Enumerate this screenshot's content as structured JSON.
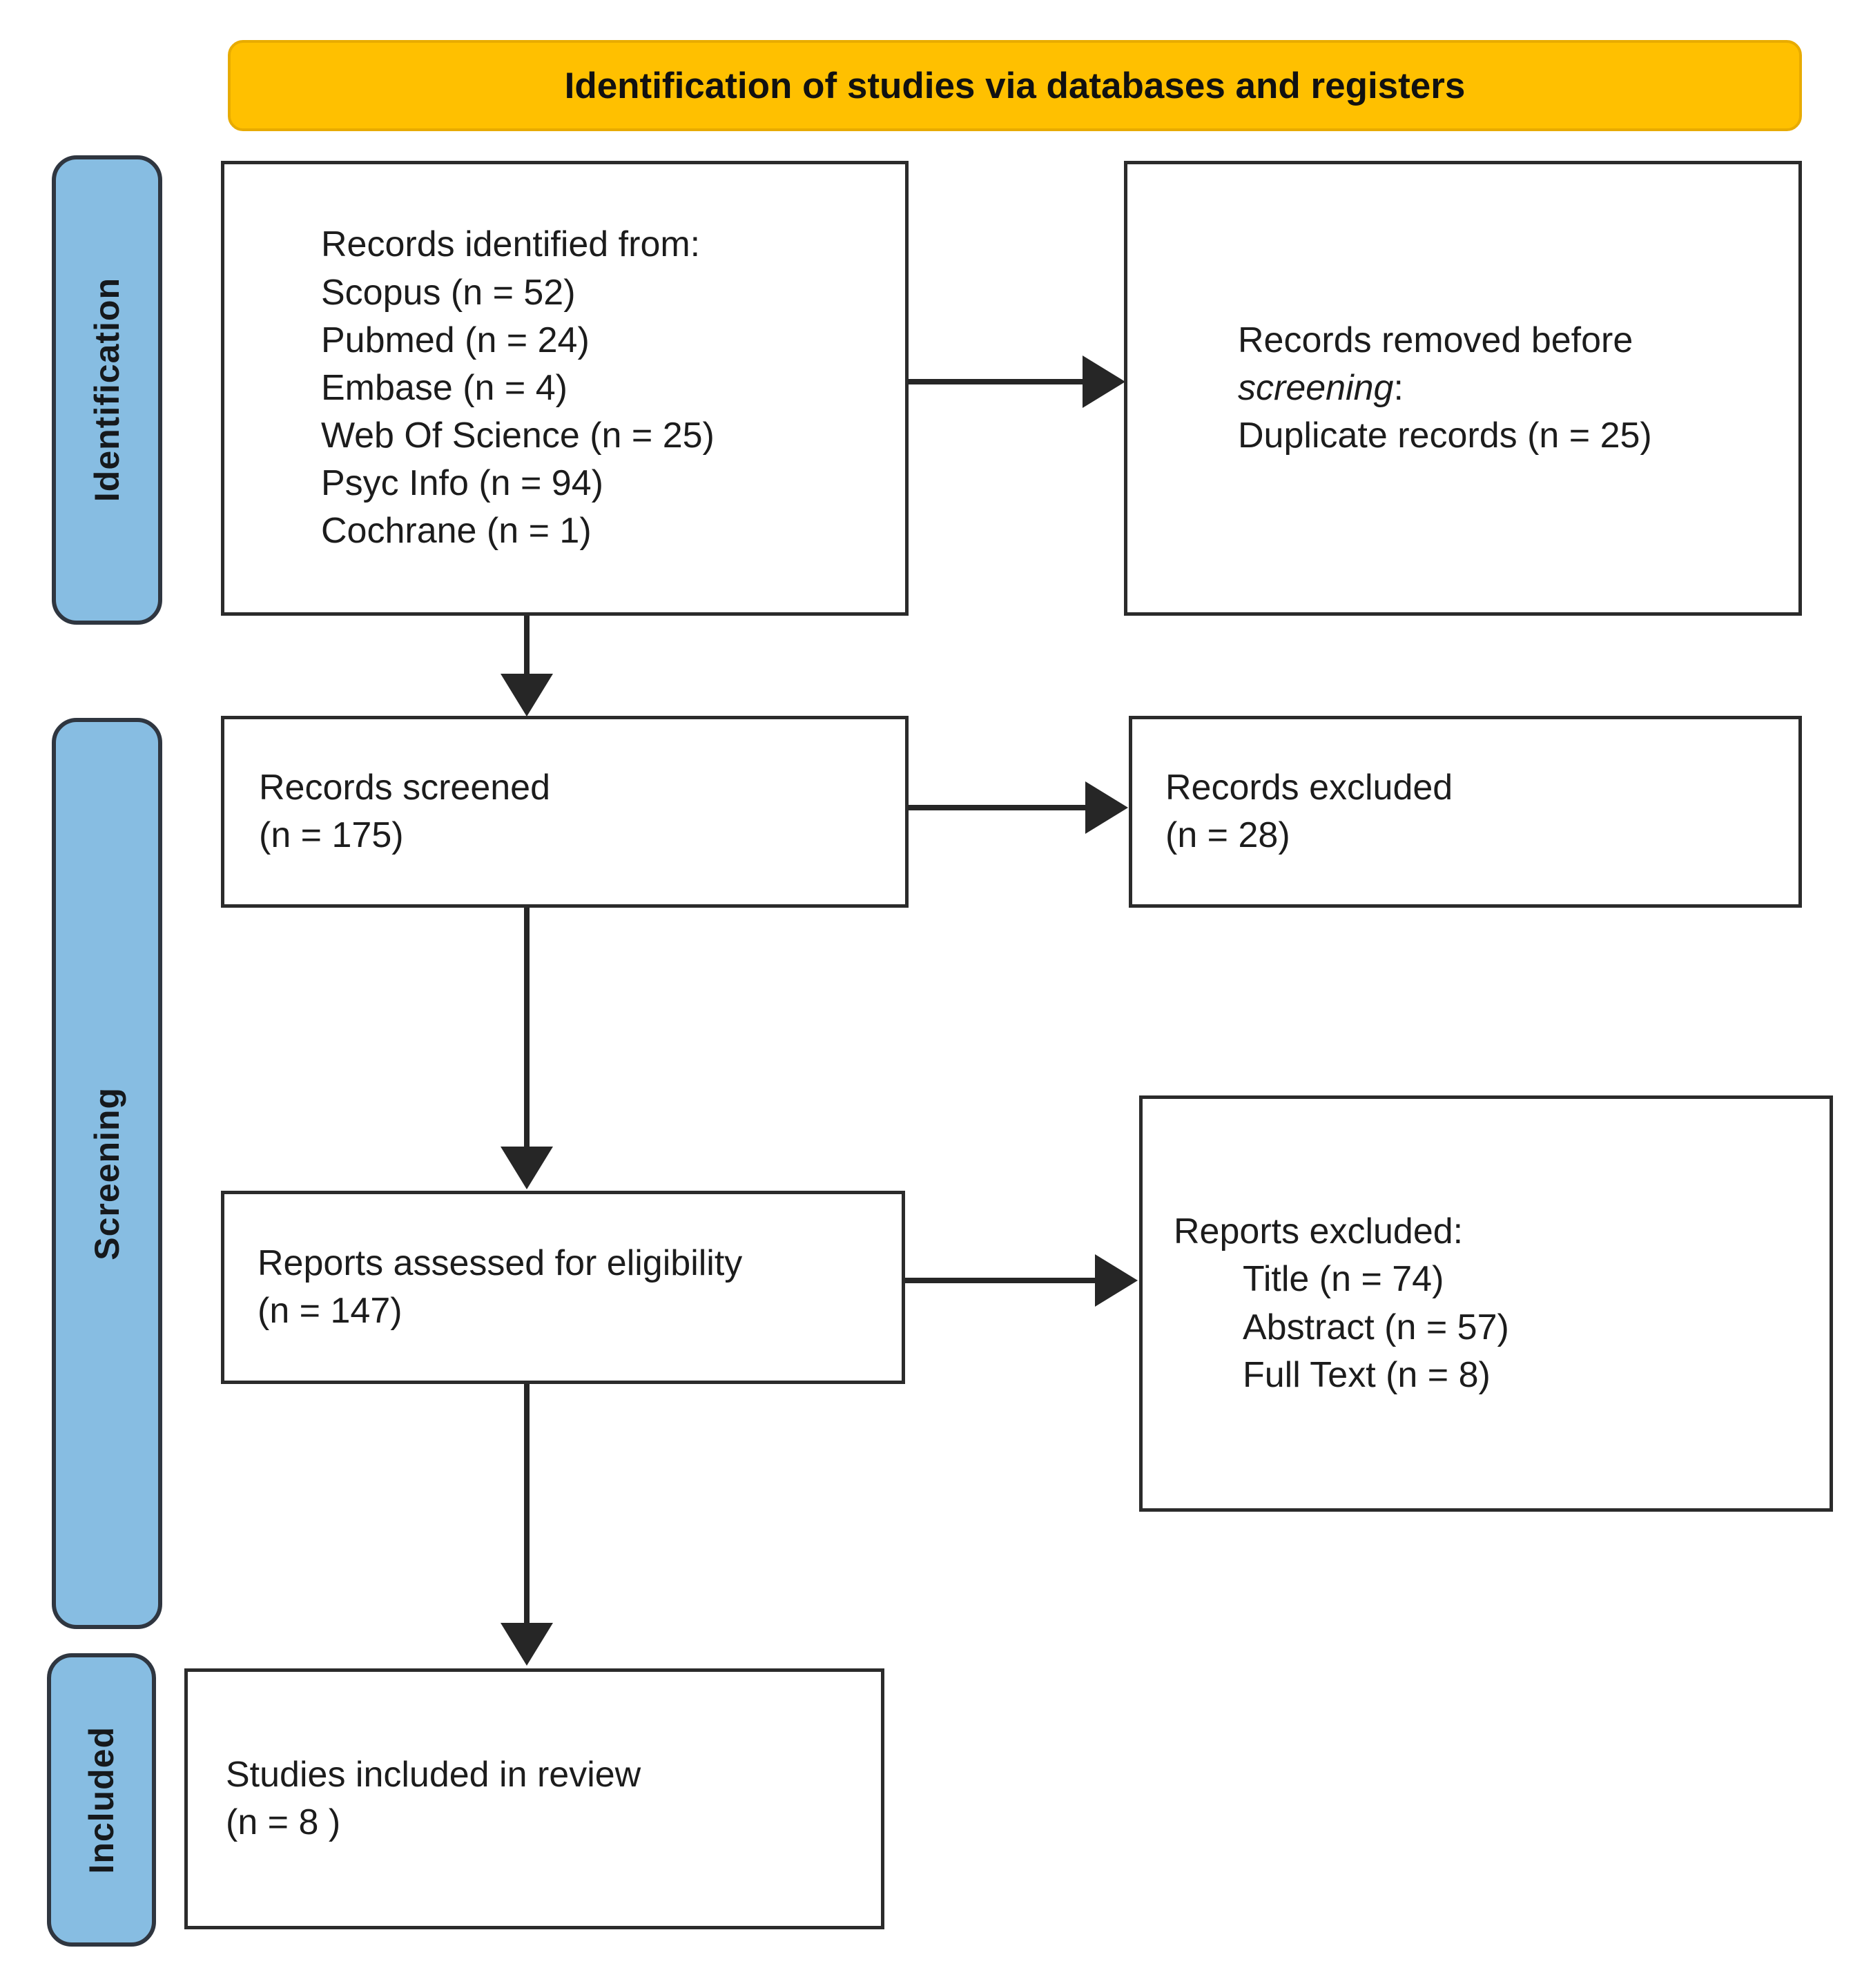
{
  "title": "Identification of studies via databases and registers",
  "stages": {
    "identification": "Identification",
    "screening": "Screening",
    "included": "Included"
  },
  "boxes": {
    "identified": {
      "lines": [
        "Records identified from:",
        "Scopus (n = 52)",
        "Pubmed (n = 24)",
        "Embase (n = 4)",
        "Web Of Science (n = 25)",
        "Psyc Info (n = 94)",
        "Cochrane (n = 1)"
      ]
    },
    "removed": {
      "line1": "Records removed before",
      "line2_italic": "screening",
      "line2_suffix": ":",
      "line3": "Duplicate records (n = 25)"
    },
    "screened": {
      "line1": "Records screened",
      "line2": "(n = 175)"
    },
    "records_excluded": {
      "line1": "Records excluded",
      "line2": "(n = 28)"
    },
    "assessed": {
      "line1": "Reports assessed for eligibility",
      "line2": "(n = 147)"
    },
    "reports_excluded": {
      "heading": "Reports excluded:",
      "items": [
        "Title (n = 74)",
        "Abstract (n = 57)",
        "Full Text (n = 8)"
      ]
    },
    "included_studies": {
      "line1": "Studies included in review",
      "line2": "(n = 8 )"
    }
  },
  "colors": {
    "banner_fill": "#FFC000",
    "banner_border": "#E8AB00",
    "stage_fill": "#87BDE2",
    "stage_border": "#2F3640",
    "box_border": "#2B2B2B",
    "arrow": "#262626",
    "text": "#1C1C1C"
  }
}
